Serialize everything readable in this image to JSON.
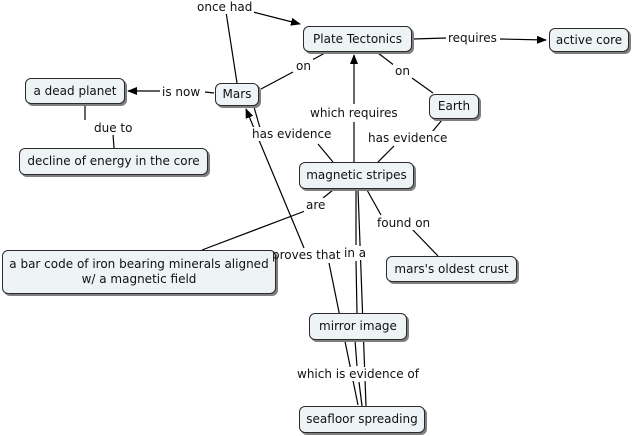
{
  "concepts": {
    "plate_tectonics": "Plate Tectonics",
    "active_core": "active core",
    "dead_planet": "a dead planet",
    "mars": "Mars",
    "earth": "Earth",
    "decline": "decline of energy in the core",
    "magnetic_stripes": "magnetic stripes",
    "bar_code": "a bar code of iron bearing minerals aligned w/ a magnetic field",
    "oldest_crust": "mars's oldest crust",
    "mirror_image": "mirror image",
    "seafloor_spreading": "seafloor spreading"
  },
  "phrases": {
    "once_had": "once had",
    "requires": "requires",
    "on_mars": "on",
    "on_earth": "on",
    "is_now": "is now",
    "due_to": "due to",
    "which_requires": "which requires",
    "has_evidence_mars": "has evidence",
    "has_evidence_earth": "has evidence",
    "are": "are",
    "found_on": "found on",
    "proves_that": "proves that",
    "in_a": "in a",
    "which_is_evidence_of": "which is evidence of"
  }
}
